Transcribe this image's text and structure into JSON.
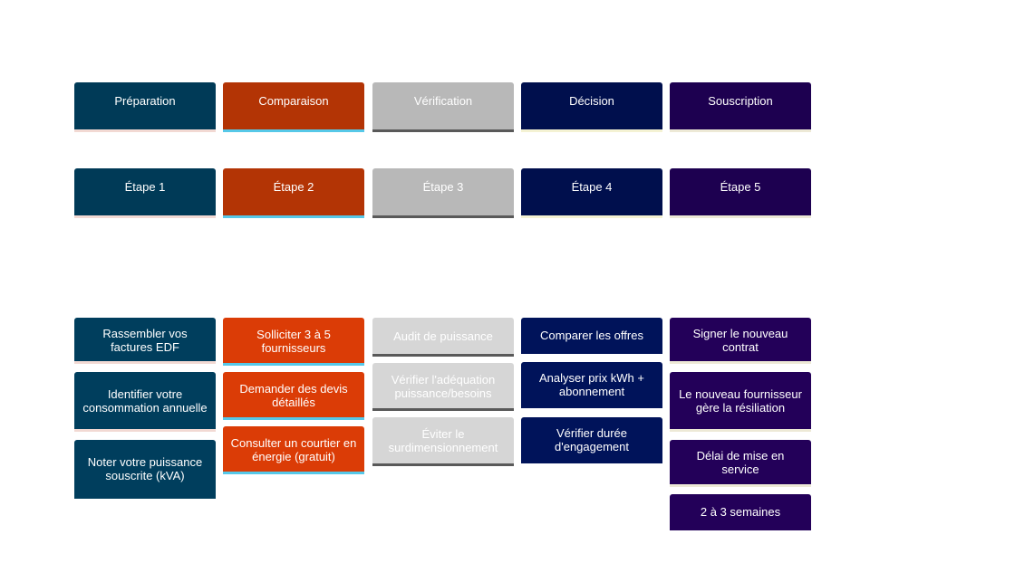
{
  "colors": {
    "preparation": "#003a57",
    "comparaison": "#b33405",
    "verification": "#b8b8b8",
    "decision": "#000f4d",
    "souscription": "#1d0050"
  },
  "phases": [
    "Préparation",
    "Comparaison",
    "Vérification",
    "Décision",
    "Souscription"
  ],
  "steps": [
    "Étape 1",
    "Étape 2",
    "Étape 3",
    "Étape 4",
    "Étape 5"
  ],
  "tasks": {
    "preparation": [
      "Rassembler vos factures EDF",
      "Identifier votre consommation annuelle",
      "Noter votre puissance souscrite (kVA)"
    ],
    "comparaison": [
      "Solliciter 3 à 5 fournisseurs",
      "Demander des devis détaillés",
      "Consulter un courtier en énergie (gratuit)"
    ],
    "verification": [
      "Audit de puissance",
      "Vérifier l'adéquation puissance/besoins",
      "Éviter le surdimensionnement"
    ],
    "decision": [
      "Comparer les offres",
      "Analyser prix kWh + abonnement",
      "Vérifier durée d'engagement"
    ],
    "souscription": [
      "Signer le nouveau contrat",
      "Le nouveau fournisseur gère la résiliation",
      "Délai de mise en service",
      "2 à 3 semaines"
    ]
  }
}
